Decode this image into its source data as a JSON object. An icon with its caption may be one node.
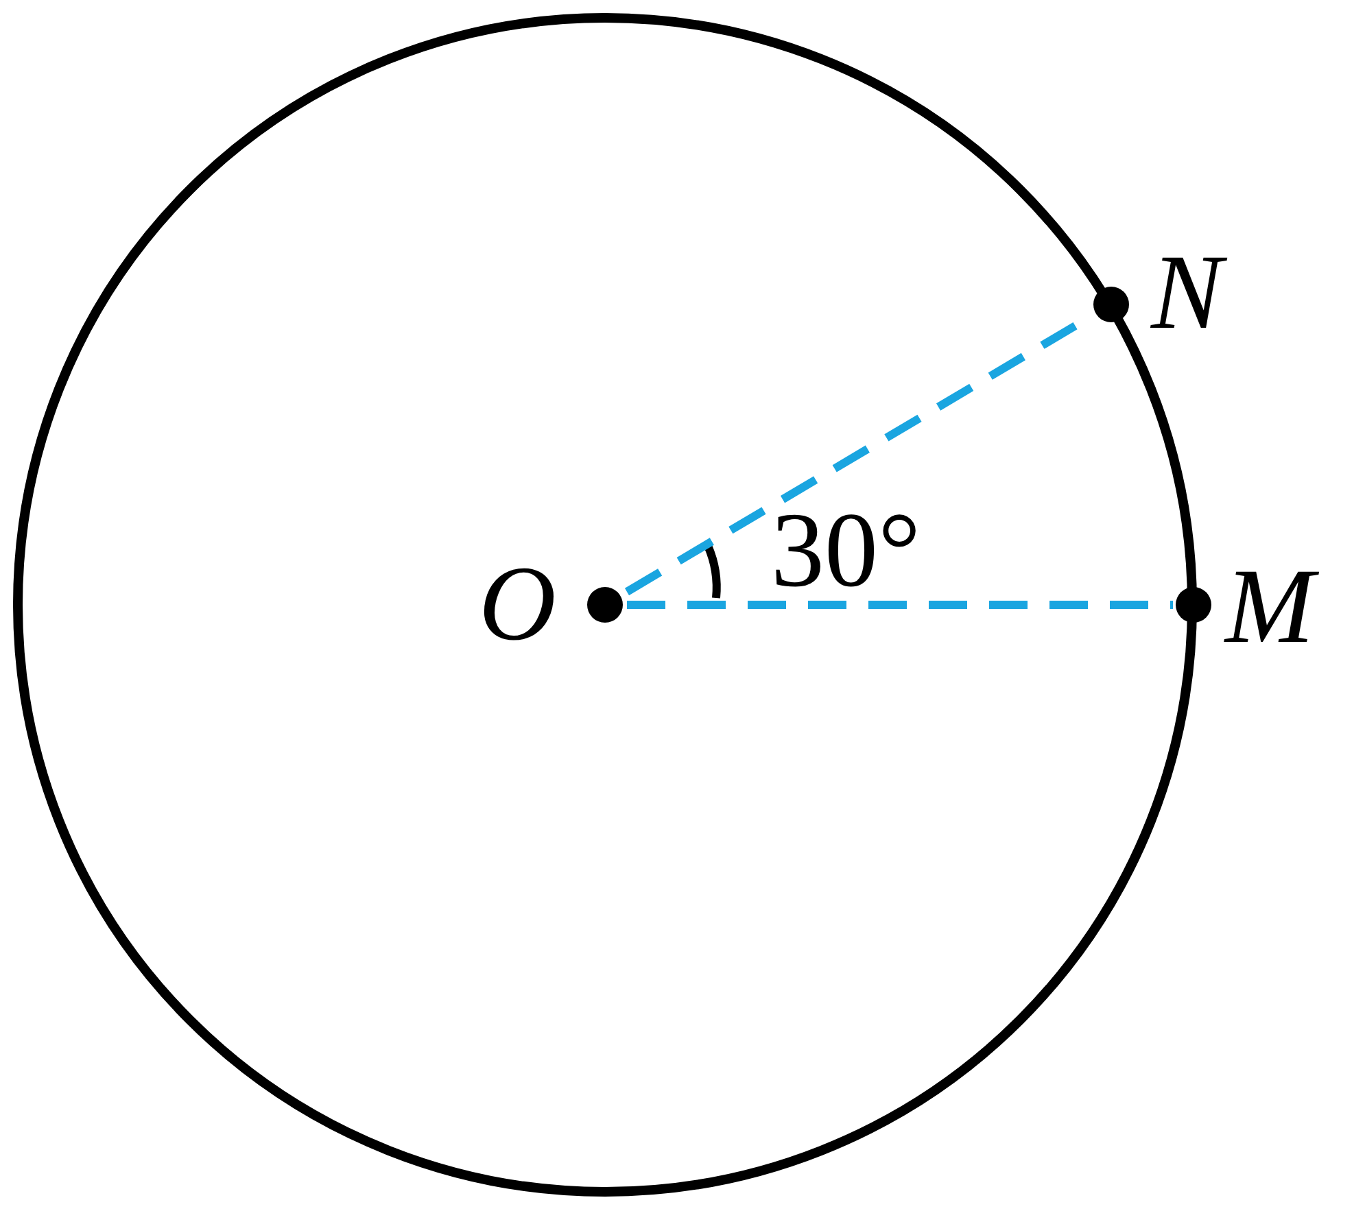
{
  "diagram": {
    "nodes": [
      {
        "text": [
          "O"
        ]
      },
      {
        "text": [
          "N"
        ]
      },
      {
        "text": [
          "M"
        ]
      }
    ],
    "edges": [
      {
        "from": 0,
        "to": 1,
        "arrow": "none",
        "style": "dashed",
        "color": "#1aa5e0"
      },
      {
        "from": 0,
        "to": 2,
        "arrow": "none",
        "style": "dashed",
        "color": "#1aa5e0"
      }
    ],
    "labels": [
      "30°"
    ]
  }
}
